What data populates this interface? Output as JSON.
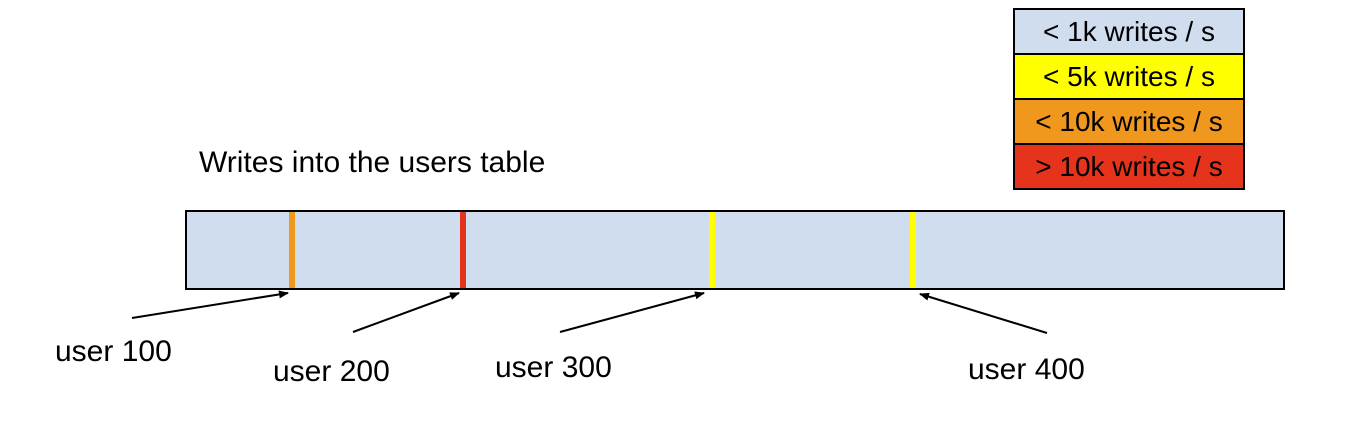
{
  "title": {
    "text": "Writes into the users table"
  },
  "legend": {
    "items": [
      {
        "label": "< 1k writes / s",
        "color": "#cfddee"
      },
      {
        "label": "< 5k writes / s",
        "color": "#ffff00"
      },
      {
        "label": "< 10k writes / s",
        "color": "#f0981e"
      },
      {
        "label": "> 10k writes / s",
        "color": "#e6341c"
      }
    ]
  },
  "bar": {
    "fill": "#cfddee",
    "border": "#000000"
  },
  "ticks": [
    {
      "user": "user 100",
      "rate": "< 10k writes / s",
      "color": "#f0981e"
    },
    {
      "user": "user 200",
      "rate": "> 10k writes / s",
      "color": "#e6341c"
    },
    {
      "user": "user 300",
      "rate": "< 5k writes / s",
      "color": "#ffff00"
    },
    {
      "user": "user 400",
      "rate": "< 5k writes / s",
      "color": "#ffff00"
    }
  ]
}
